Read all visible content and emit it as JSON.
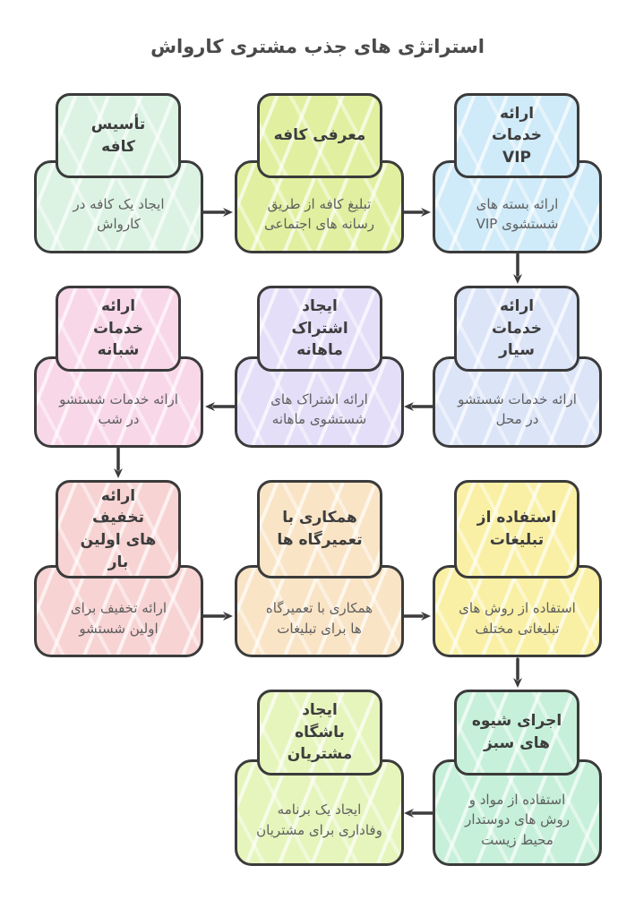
{
  "title": "استراتژی های جذب مشتری کارواش",
  "colors": {
    "background": "#ffffff",
    "border": "#3b3b3b",
    "title_text": "#4a4a4a",
    "header_text": "#3d3d3d",
    "body_text": "#5f5f5f"
  },
  "nodes": [
    {
      "id": "cafe-setup",
      "title": "تأسیس\nکافه",
      "body": "ایجاد یک کافه در\nکارواش",
      "color": "#dcf3e4"
    },
    {
      "id": "cafe-promo",
      "title": "معرفی کافه",
      "body": "تبلیغ کافه از طریق\nرسانه های اجتماعی",
      "color": "#e0f0a0"
    },
    {
      "id": "vip-services",
      "title": "ارائه\nخدمات\nVIP",
      "body": "ارائه بسته های\nشستشوی VIP",
      "color": "#cfeaf8"
    },
    {
      "id": "mobile-services",
      "title": "ارائه\nخدمات\nسیار",
      "body": "ارائه خدمات شستشو\nدر محل",
      "color": "#dce4f8"
    },
    {
      "id": "monthly-subscription",
      "title": "ایجاد\nاشتراک\nماهانه",
      "body": "ارائه اشتراک های\nشستشوی ماهانه",
      "color": "#e4def8"
    },
    {
      "id": "night-services",
      "title": "ارائه\nخدمات\nشبانه",
      "body": "ارائه خدمات شستشو\nدر شب",
      "color": "#f8d7e9"
    },
    {
      "id": "first-time-discount",
      "title": "ارائه\nتخفیف\nهای اولین\nبار",
      "body": "ارائه تخفیف برای\nاولین شستشو",
      "color": "#f8d3d3"
    },
    {
      "id": "repair-shop-partnership",
      "title": "همکاری با\nتعمیرگاه ها",
      "body": "همکاری با تعمیرگاه\nها برای تبلیغات",
      "color": "#fae4c6"
    },
    {
      "id": "advertising",
      "title": "استفاده از\nتبلیغات",
      "body": "استفاده از روش های\nتبلیغاتی مختلف",
      "color": "#f9f0a5"
    },
    {
      "id": "green-methods",
      "title": "اجرای شیوه\nهای سبز",
      "body": "استفاده از مواد و\nروش های دوستدار\nمحیط زیست",
      "color": "#c6f0d9"
    },
    {
      "id": "customer-club",
      "title": "ایجاد\nباشگاه\nمشتریان",
      "body": "ایجاد یک برنامه\nوفاداری برای مشتریان",
      "color": "#e6f5bc"
    }
  ]
}
